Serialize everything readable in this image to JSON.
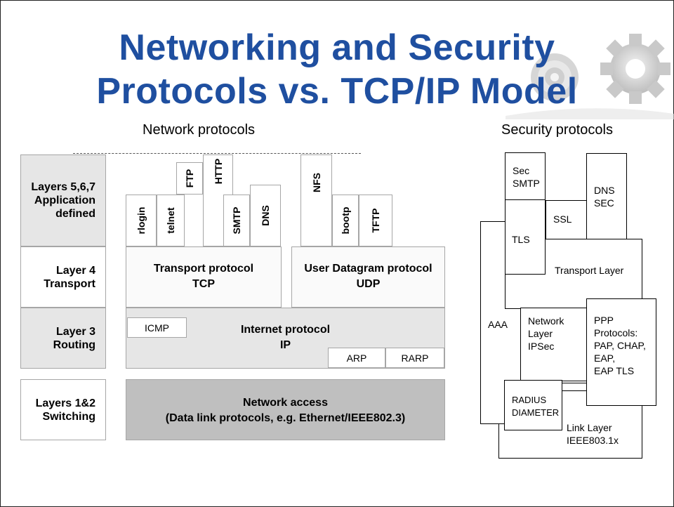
{
  "title": {
    "line1": "Networking and Security",
    "line2": "Protocols vs. TCP/IP Model"
  },
  "network": {
    "heading": "Network protocols",
    "layers": [
      {
        "label_line1": "Layers 5,6,7",
        "label_line2": "Application",
        "label_line3": "defined"
      },
      {
        "label_line1": "Layer 4",
        "label_line2": "Transport"
      },
      {
        "label_line1": "Layer 3",
        "label_line2": "Routing"
      },
      {
        "label_line1": "Layers 1&2",
        "label_line2": "Switching"
      }
    ],
    "app_protocols": [
      "rlogin",
      "telnet",
      "FTP",
      "HTTP",
      "SMTP",
      "DNS",
      "NFS",
      "bootp",
      "TFTP"
    ],
    "tcp": {
      "line1": "Transport protocol",
      "line2": "TCP"
    },
    "udp": {
      "line1": "User Datagram protocol",
      "line2": "UDP"
    },
    "ip": {
      "line1": "Internet protocol",
      "line2": "IP"
    },
    "icmp": "ICMP",
    "arp": "ARP",
    "rarp": "RARP",
    "access": {
      "line1": "Network access",
      "line2": "(Data link protocols, e.g. Ethernet/IEEE802.3)"
    }
  },
  "security": {
    "heading": "Security protocols",
    "sec_smtp_1": "Sec",
    "sec_smtp_2": "SMTP",
    "dns_sec_1": "DNS",
    "dns_sec_2": "SEC",
    "tls": "TLS",
    "ssl": "SSL",
    "transport_layer": "Transport Layer",
    "aaa": "AAA",
    "network_layer_1": "Network",
    "network_layer_2": "Layer",
    "network_layer_3": "IPSec",
    "ppp_1": "PPP",
    "ppp_2": "Protocols:",
    "ppp_3": "PAP, CHAP,",
    "ppp_4": "EAP,",
    "ppp_5": "EAP TLS",
    "radius_1": "RADIUS",
    "radius_2": "DIAMETER",
    "link_layer_1": "Link Layer",
    "link_layer_2": "IEEE803.1x"
  },
  "colors": {
    "title": "#1f4fa0",
    "layer_gray": "#e6e6e6",
    "access_gray": "#bfbfbf"
  }
}
